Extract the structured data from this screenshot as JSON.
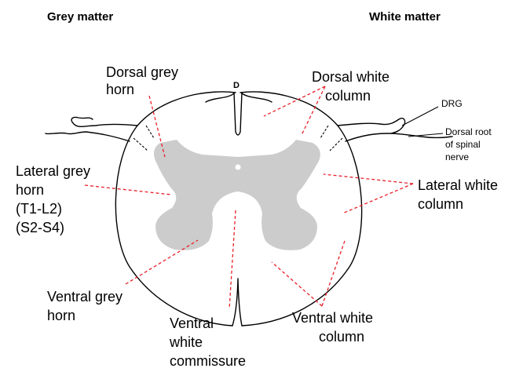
{
  "headings": {
    "left": "Grey matter",
    "right": "White matter"
  },
  "letter_d": "D",
  "labels": {
    "dorsal_grey_horn": [
      "Dorsal grey",
      "horn"
    ],
    "lateral_grey_horn": [
      "Lateral grey",
      "horn",
      "(T1-L2)",
      "(S2-S4)"
    ],
    "ventral_grey_horn": [
      "Ventral grey",
      "horn"
    ],
    "ventral_white_commissure": [
      "Ventral",
      "white",
      "commissure"
    ],
    "dorsal_white_column": [
      "Dorsal white",
      "column"
    ],
    "lateral_white_column": [
      "Lateral white",
      "column"
    ],
    "ventral_white_column": [
      "Ventral white",
      "column"
    ],
    "drg": "DRG",
    "dorsal_root": [
      "Dorsal root",
      "of spinal",
      "nerve"
    ]
  },
  "colors": {
    "grey_matter": "#cccccc",
    "pointer_lines": "#e8202a",
    "outline": "#000000"
  }
}
